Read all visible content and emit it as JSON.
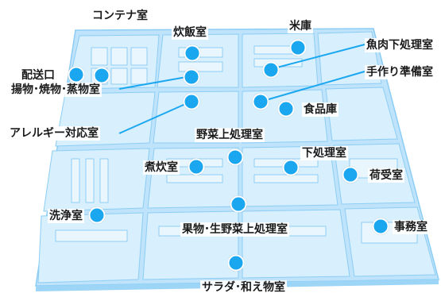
{
  "accent_color": "#1aa7f0",
  "floor_color": "#bfe3fb",
  "rooms": {
    "container": "コンテナ室",
    "rice_cooking": "炊飯室",
    "rice_storage": "米庫",
    "fish_meat_prep": "魚肉下処理室",
    "handmade_prep": "手作り準備室",
    "shipping": "配送口",
    "fry_grill_steam": "揚物･焼物･蒸物室",
    "allergy": "アレルギー対応室",
    "food_storage": "食品庫",
    "vegetable_prep": "野菜上処理室",
    "simmering": "煮炊室",
    "pre_processing": "下処理室",
    "receiving": "荷受室",
    "washing": "洗浄室",
    "fruit_raw_vegetable": "果物･生野菜上処理室",
    "office": "事務室",
    "salad_dressed": "サラダ･和え物室"
  }
}
